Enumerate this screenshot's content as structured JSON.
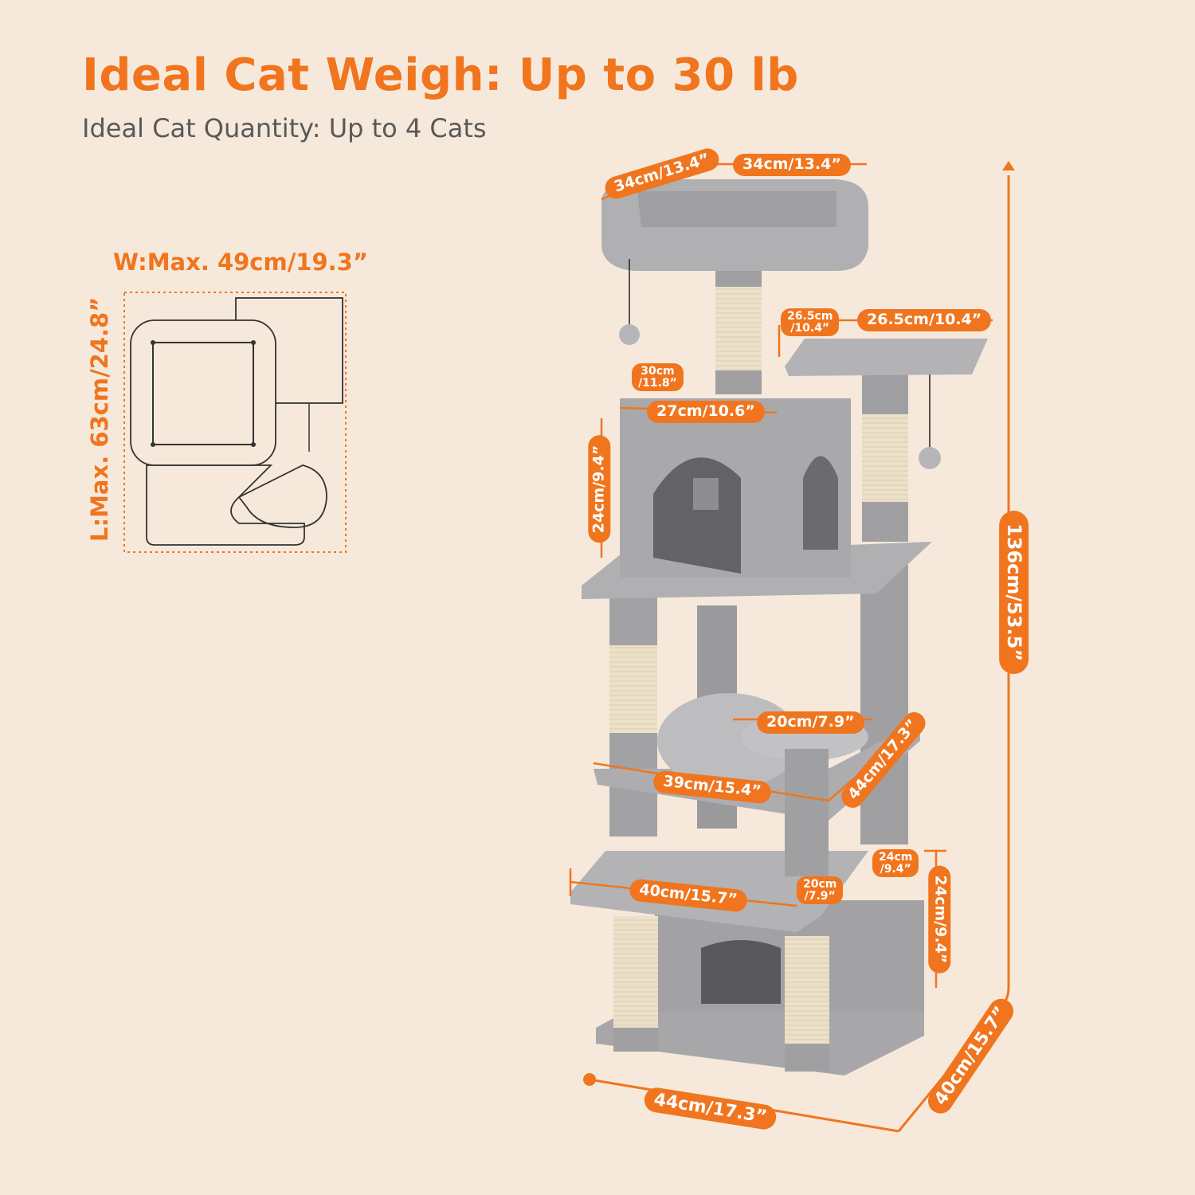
{
  "header": {
    "title": "Ideal Cat Weigh: Up to 30 lb",
    "subtitle": "Ideal Cat Quantity: Up to 4 Cats"
  },
  "footprint": {
    "width_label": "W:Max. 49cm/19.3”",
    "length_label": "L:Max. 63cm/24.8”"
  },
  "dimensions": {
    "top_perch_depth": "34cm/13.4”",
    "top_perch_width": "34cm/13.4”",
    "side_perch_depth": "26.5cm\n/10.4”",
    "side_perch_width": "26.5cm/10.4”",
    "condo_depth": "30cm\n/11.8”",
    "condo_width": "27cm/10.6”",
    "condo_height": "24cm/9.4”",
    "total_height": "136cm/53.5”",
    "basket_diameter": "20cm/7.9”",
    "basket_width": "39cm/15.4”",
    "basket_length": "44cm/17.3”",
    "lower_condo_depth": "24cm\n/9.4”",
    "lower_condo_height": "24cm/9.4”",
    "lower_platform_width": "40cm/15.7”",
    "lower_platform_depth": "20cm\n/7.9”",
    "base_width": "44cm/17.3”",
    "base_depth": "40cm/15.7”"
  },
  "colors": {
    "accent": "#f0751e",
    "background": "#f6e9db",
    "plush": "#a9a9ab",
    "sisal": "#ece1c8",
    "text_gray": "#595959"
  }
}
